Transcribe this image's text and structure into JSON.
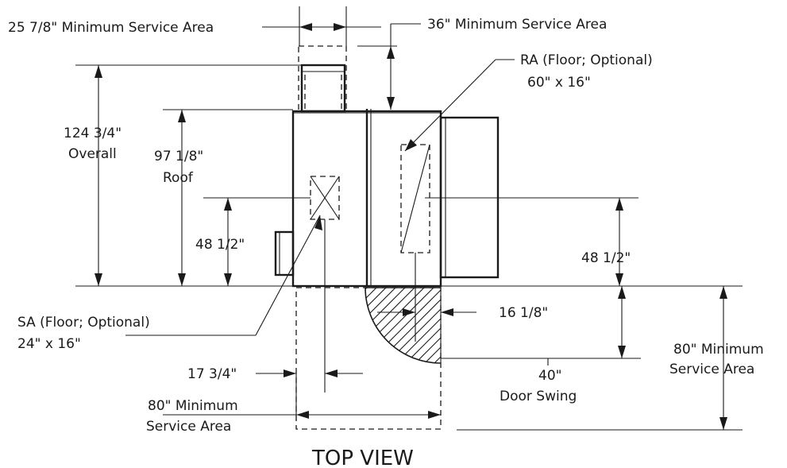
{
  "labels": {
    "service_top_left": "25 7/8\" Minimum Service Area",
    "service_top_right": "36\" Minimum Service Area",
    "ra_title": "RA (Floor; Optional)",
    "ra_size": "60\" x 16\"",
    "overall_value": "124 3/4\"",
    "overall_word": "Overall",
    "roof_value": "97 1/8\"",
    "roof_word": "Roof",
    "half_left": "48 1/2\"",
    "half_right": "48 1/2\"",
    "sa_title": "SA (Floor; Optional)",
    "sa_size": "24\" x 16\"",
    "door_offset": "16 1/8\"",
    "service_right_1": "80\" Minimum",
    "service_right_2": "Service Area",
    "sa_offset": "17 3/4\"",
    "door_swing_1": "40\"",
    "door_swing_2": "Door Swing",
    "service_bottom_1": "80\" Minimum",
    "service_bottom_2": "Service Area",
    "view_title": "TOP VIEW"
  }
}
